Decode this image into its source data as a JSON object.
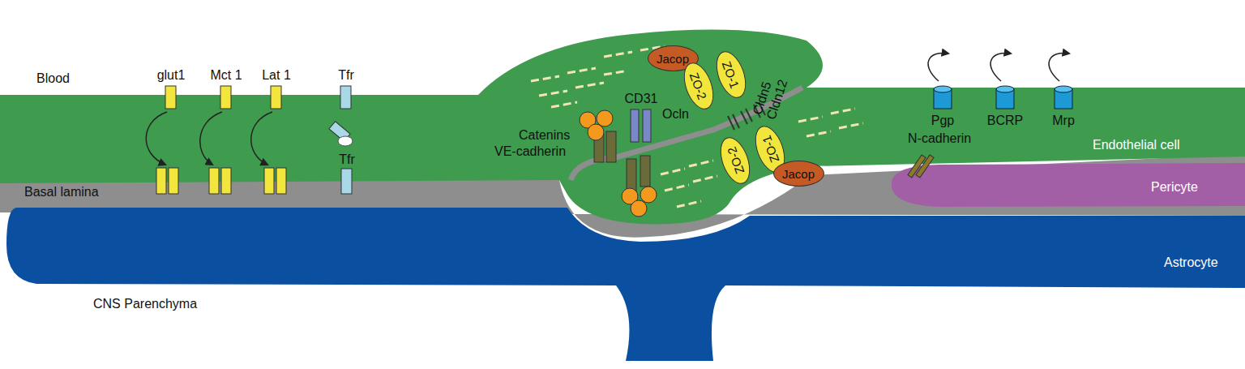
{
  "diagram": {
    "nodes": [
      {
        "text": [
          "Jacop"
        ]
      },
      {
        "text": [
          "ZO-2"
        ]
      },
      {
        "text": [
          "ZO-1"
        ]
      },
      {
        "text": [
          "ZO-1"
        ]
      },
      {
        "text": [
          "ZO-2"
        ]
      },
      {
        "text": [
          "Jacop"
        ]
      }
    ],
    "labels": [
      "Blood",
      "glut1",
      "Mct 1",
      "Lat 1",
      "Tfr",
      "Tfr",
      "Basal lamina",
      "CNS Parenchyma",
      "Catenins",
      "CD31",
      "VE-cadherin",
      "Ocln",
      "Cldn5",
      "Cldn12",
      "Pgp",
      "BCRP",
      "Mrp",
      "N-cadherin",
      "Endothelial cell",
      "Pericyte",
      "Astrocyte"
    ]
  }
}
